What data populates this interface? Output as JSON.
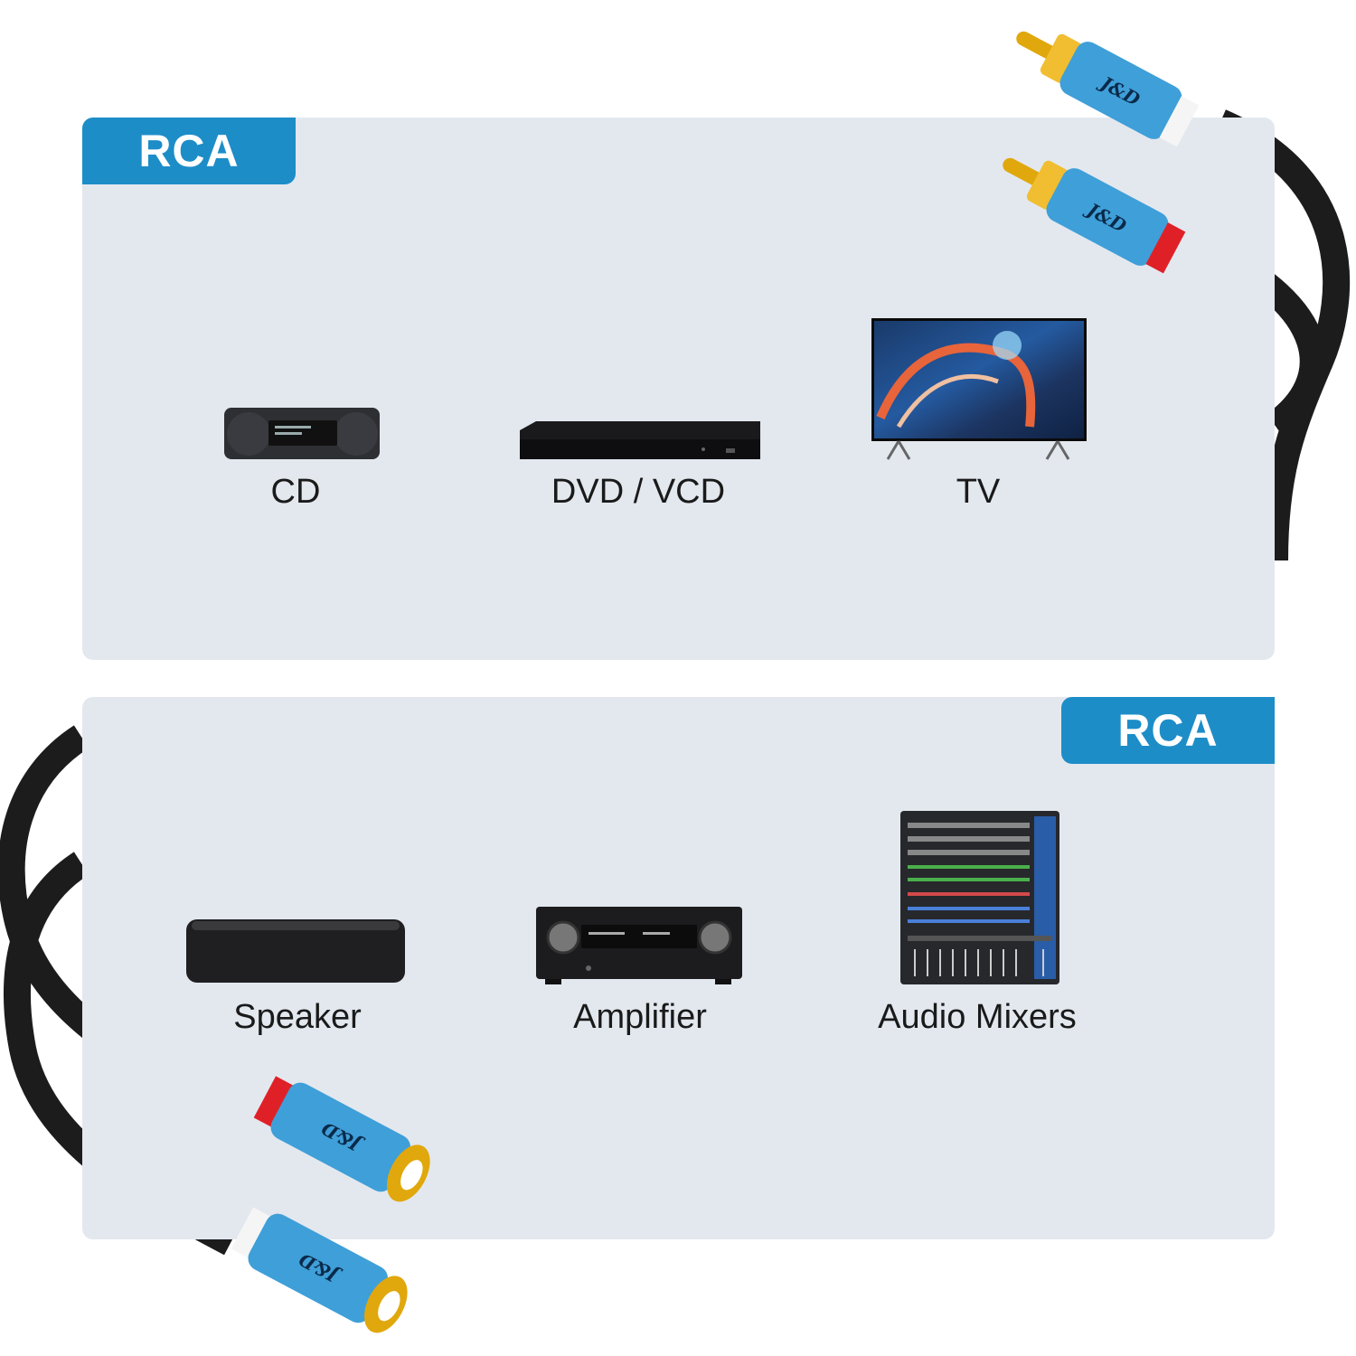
{
  "panels": {
    "top": {
      "tag": "RCA",
      "devices": [
        {
          "label": "CD",
          "icon": "cd-player-icon"
        },
        {
          "label": "DVD / VCD",
          "icon": "dvd-player-icon"
        },
        {
          "label": "TV",
          "icon": "tv-icon"
        }
      ]
    },
    "bottom": {
      "tag": "RCA",
      "devices": [
        {
          "label": "Speaker",
          "icon": "speaker-icon"
        },
        {
          "label": "Amplifier",
          "icon": "amplifier-icon"
        },
        {
          "label": "Audio Mixers",
          "icon": "audio-mixer-icon"
        }
      ]
    }
  },
  "connectors": {
    "brand": "J&D",
    "top_plugs": "male",
    "bottom_jacks": "female",
    "colors": {
      "cable": "#1c1c1c",
      "housing": "#3f9fd8",
      "gold": "#e0a80c",
      "red_ring": "#e02027",
      "white_ring": "#f5f5f5"
    }
  }
}
